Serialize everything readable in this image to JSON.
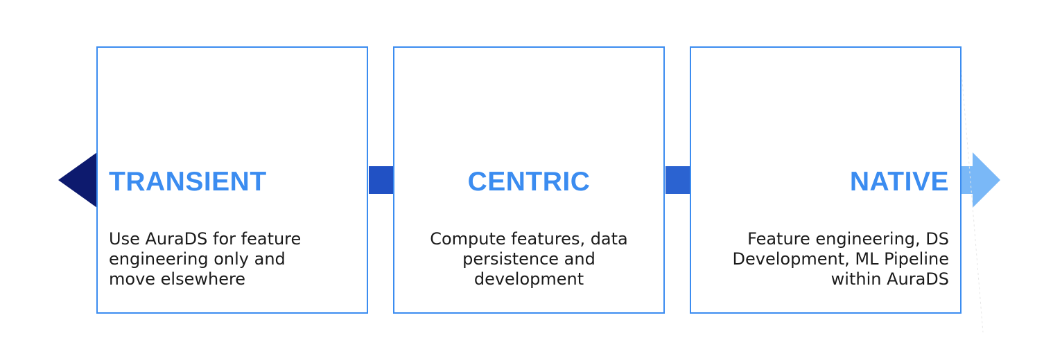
{
  "stages": [
    {
      "title": "TRANSIENT",
      "description": [
        "Use AuraDS for feature",
        "engineering only and",
        "move elsewhere"
      ]
    },
    {
      "title": "CENTRIC",
      "description": [
        "Compute features, data",
        "persistence and",
        "development"
      ]
    },
    {
      "title": "NATIVE",
      "description": [
        "Feature engineering, DS",
        "Development, ML Pipeline",
        "within AuraDS"
      ]
    }
  ],
  "colors": {
    "box_border": "#3b8cf0",
    "title": "#3b8cf0",
    "arrow_left": "#0d1a6e",
    "connector": "#2b63d1",
    "arrow_right": "#7ab8f7",
    "text": "#1a1a1a"
  }
}
